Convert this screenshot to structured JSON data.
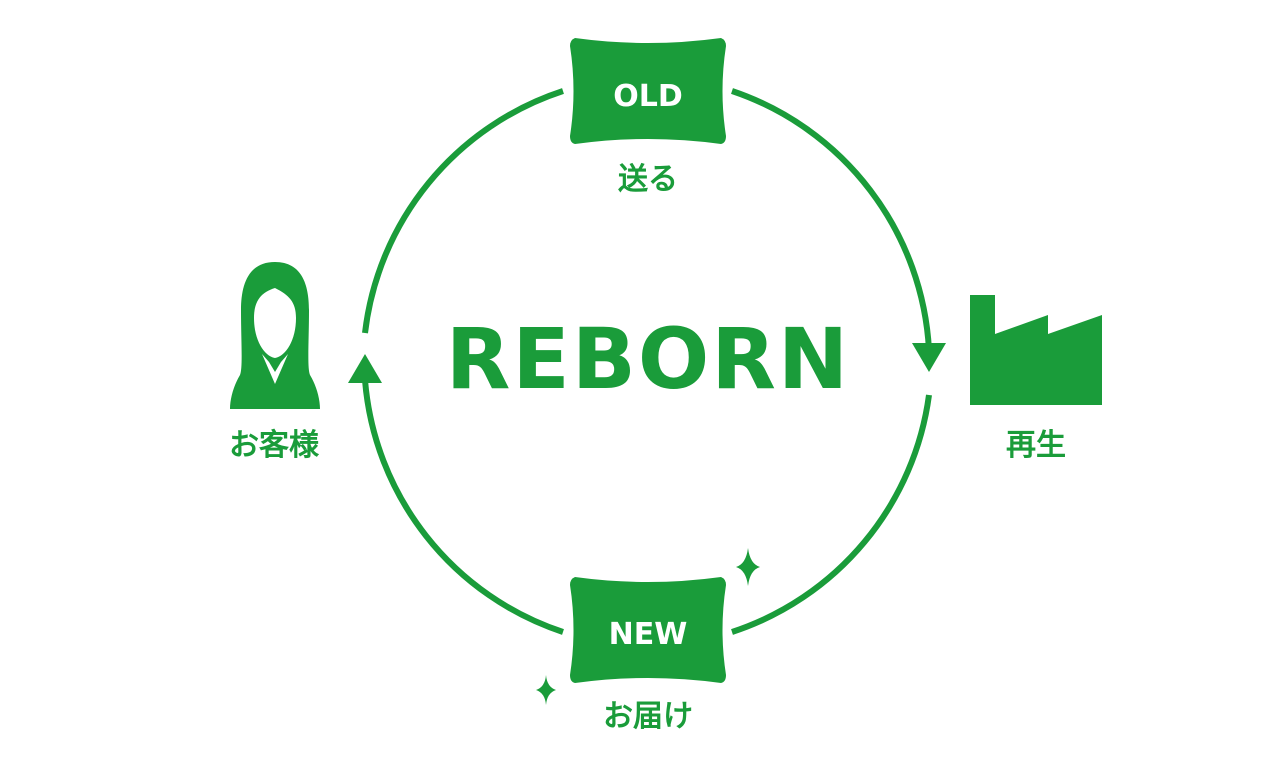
{
  "diagram": {
    "center_title": "REBORN",
    "accent_color": "#1a9c3a",
    "background_color": "#ffffff",
    "pillow_text_color": "#ffffff",
    "nodes": {
      "old": {
        "pillow_label": "OLD",
        "caption": "送る",
        "icon": "pillow-icon"
      },
      "recycle": {
        "caption": "再生",
        "icon": "factory-icon"
      },
      "new": {
        "pillow_label": "NEW",
        "caption": "お届け",
        "icon": "pillow-icon"
      },
      "customer": {
        "caption": "お客様",
        "icon": "customer-icon"
      }
    },
    "decorations": [
      "sparkle-icon",
      "sparkle-icon"
    ]
  }
}
